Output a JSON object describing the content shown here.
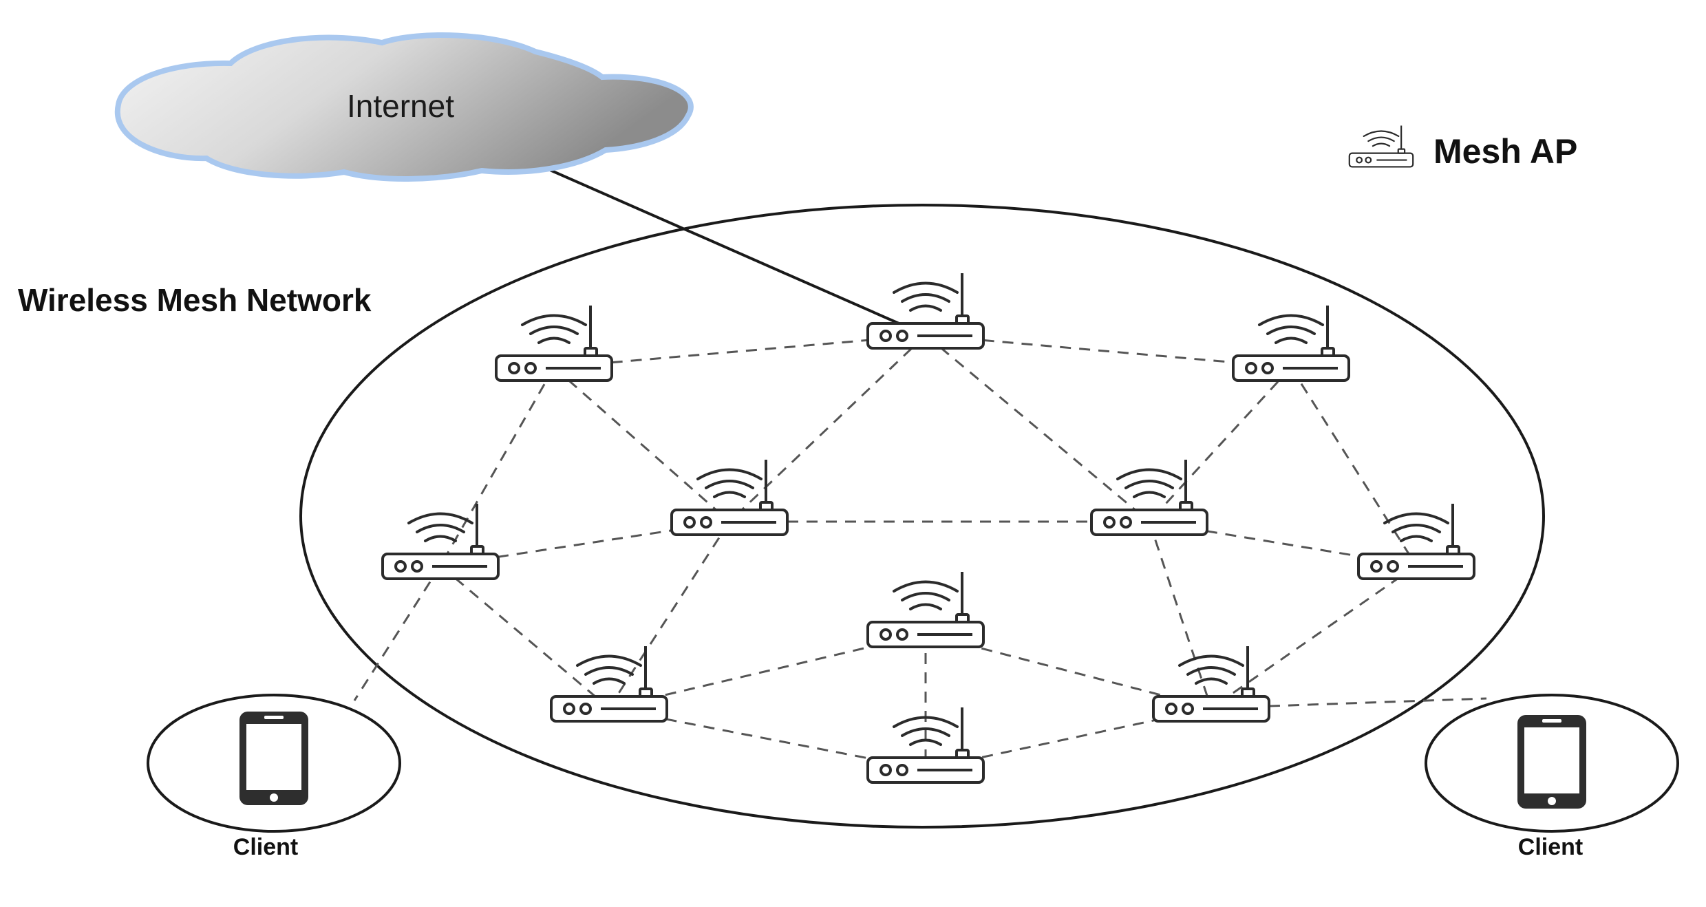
{
  "cloud": {
    "label": "Internet"
  },
  "network": {
    "label": "Wireless Mesh Network"
  },
  "legend": {
    "label": "Mesh AP",
    "icon": "router-icon"
  },
  "clients": [
    {
      "label": "Client",
      "icon": "tablet-icon"
    },
    {
      "label": "Client",
      "icon": "tablet-icon"
    }
  ],
  "mesh_nodes": [
    {
      "id": "ap-top"
    },
    {
      "id": "ap-upper-left"
    },
    {
      "id": "ap-upper-right"
    },
    {
      "id": "ap-mid-left-inner"
    },
    {
      "id": "ap-mid-right-inner"
    },
    {
      "id": "ap-far-left"
    },
    {
      "id": "ap-far-right"
    },
    {
      "id": "ap-center"
    },
    {
      "id": "ap-lower-left"
    },
    {
      "id": "ap-lower-right"
    },
    {
      "id": "ap-bottom"
    }
  ],
  "links": [
    [
      "cloud",
      "ap-top"
    ],
    [
      "ap-upper-left",
      "ap-top"
    ],
    [
      "ap-top",
      "ap-upper-right"
    ],
    [
      "ap-top",
      "ap-mid-left-inner"
    ],
    [
      "ap-top",
      "ap-mid-right-inner"
    ],
    [
      "ap-upper-left",
      "ap-mid-left-inner"
    ],
    [
      "ap-upper-left",
      "ap-far-left"
    ],
    [
      "ap-upper-right",
      "ap-mid-right-inner"
    ],
    [
      "ap-upper-right",
      "ap-far-right"
    ],
    [
      "ap-mid-left-inner",
      "ap-mid-right-inner"
    ],
    [
      "ap-far-left",
      "ap-mid-left-inner"
    ],
    [
      "ap-mid-right-inner",
      "ap-far-right"
    ],
    [
      "ap-far-left",
      "ap-lower-left"
    ],
    [
      "ap-mid-left-inner",
      "ap-lower-left"
    ],
    [
      "ap-lower-left",
      "ap-center"
    ],
    [
      "ap-center",
      "ap-lower-right"
    ],
    [
      "ap-center",
      "ap-bottom"
    ],
    [
      "ap-mid-right-inner",
      "ap-lower-right"
    ],
    [
      "ap-far-right",
      "ap-lower-right"
    ],
    [
      "ap-lower-left",
      "ap-bottom"
    ],
    [
      "ap-bottom",
      "ap-lower-right"
    ],
    [
      "ap-far-left",
      "client-left"
    ],
    [
      "ap-lower-right",
      "client-right"
    ]
  ],
  "colors": {
    "stroke": "#1a1a1a",
    "dash": "#555555",
    "cloud_edge": "#a9c8ef",
    "cloud_light": "#f2f2f2",
    "cloud_dark": "#8f8f8f",
    "device": "#2b2b2b"
  }
}
